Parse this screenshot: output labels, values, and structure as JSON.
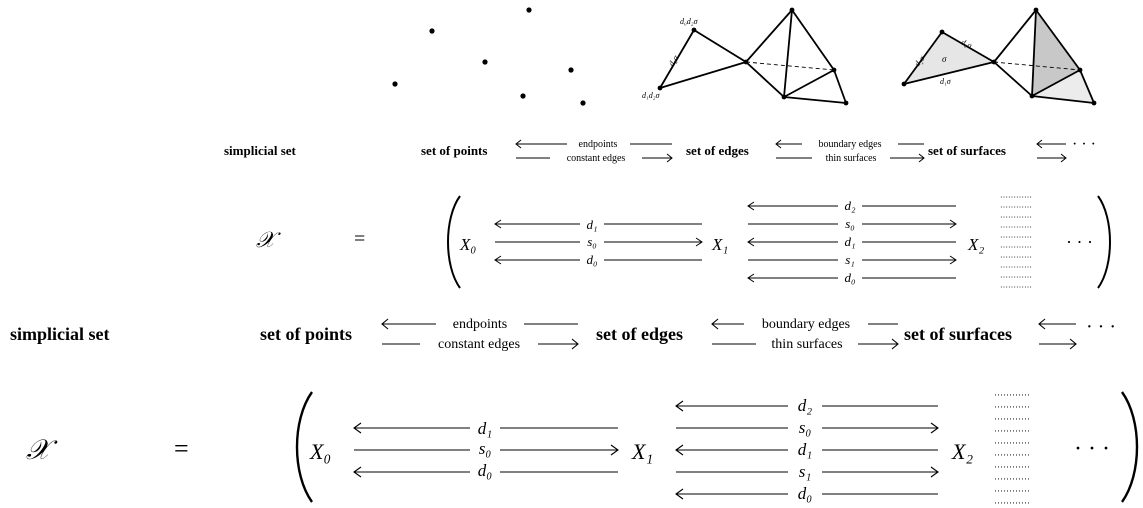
{
  "figures": {
    "edge_labels": {
      "vertex_top": "d₀d₂σ",
      "vertex_bottom": "d₁d₂σ",
      "edge_left": "d₂σ",
      "face_left_edge": "d₂σ",
      "face_top_edge": "d₀σ",
      "face_bottom_edge": "d₁σ",
      "face_center": "σ"
    }
  },
  "small_row": {
    "title": "simplicial set",
    "points": "set of points",
    "edges": "set of edges",
    "surfaces": "set of surfaces",
    "arrow1_top": "endpoints",
    "arrow1_bottom": "constant edges",
    "arrow2_top": "boundary edges",
    "arrow2_bottom": "thin surfaces",
    "dots": "· · ·",
    "X_symbol": "𝒳",
    "equals": "=",
    "X0": "X₀",
    "X1": "X₁",
    "X2": "X₂",
    "d1": "d₁",
    "s0": "s₀",
    "d0": "d₀",
    "d2": "d₂",
    "s1": "s₁",
    "dotline": "············"
  },
  "large_row": {
    "title": "simplicial set",
    "points": "set of points",
    "edges": "set of edges",
    "surfaces": "set of surfaces",
    "arrow1_top": "endpoints",
    "arrow1_bottom": "constant edges",
    "arrow2_top": "boundary edges",
    "arrow2_bottom": "thin surfaces",
    "dots": "· · ·",
    "X_symbol": "𝒳",
    "equals": "=",
    "X0": "X₀",
    "X1": "X₁",
    "X2": "X₂",
    "d1": "d₁",
    "s0": "s₀",
    "d0": "d₀",
    "d2": "d₂",
    "s1": "s₁",
    "dotline": "············"
  }
}
